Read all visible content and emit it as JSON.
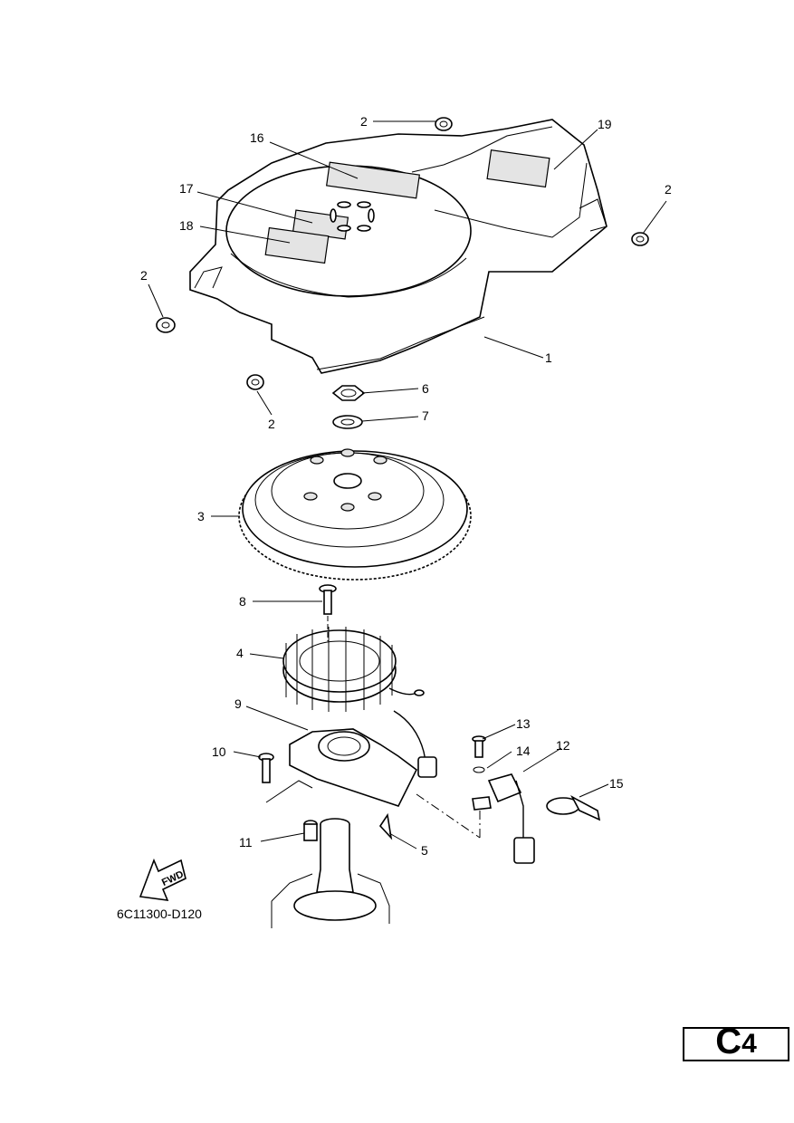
{
  "diagram_code": "6C11300-D120",
  "fwd_label": "FWD",
  "page_label": {
    "letter": "C",
    "number": "4"
  },
  "callouts": [
    {
      "id": "c2a",
      "text": "2"
    },
    {
      "id": "c19",
      "text": "19"
    },
    {
      "id": "c16",
      "text": "16"
    },
    {
      "id": "c17",
      "text": "17"
    },
    {
      "id": "c18",
      "text": "18"
    },
    {
      "id": "c2b",
      "text": "2"
    },
    {
      "id": "c2c",
      "text": "2"
    },
    {
      "id": "c1",
      "text": "1"
    },
    {
      "id": "c2d",
      "text": "2"
    },
    {
      "id": "c6",
      "text": "6"
    },
    {
      "id": "c7",
      "text": "7"
    },
    {
      "id": "c3",
      "text": "3"
    },
    {
      "id": "c8",
      "text": "8"
    },
    {
      "id": "c4",
      "text": "4"
    },
    {
      "id": "c9",
      "text": "9"
    },
    {
      "id": "c13",
      "text": "13"
    },
    {
      "id": "c14",
      "text": "14"
    },
    {
      "id": "c12",
      "text": "12"
    },
    {
      "id": "c10",
      "text": "10"
    },
    {
      "id": "c15",
      "text": "15"
    },
    {
      "id": "c11",
      "text": "11"
    },
    {
      "id": "c5",
      "text": "5"
    }
  ]
}
